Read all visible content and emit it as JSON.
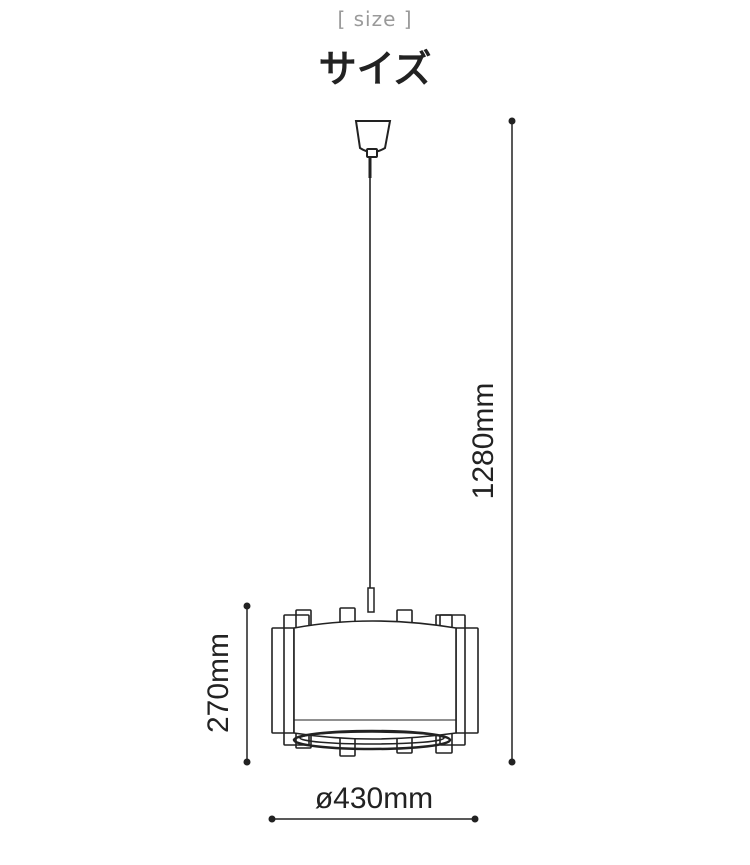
{
  "header": {
    "subtitle": "[ size ]",
    "title": "サイズ"
  },
  "dimensions": {
    "total_height": "1280mm",
    "shade_height": "270mm",
    "diameter": "ø430mm"
  },
  "colors": {
    "line": "#222222",
    "subtitle": "#9a9a9a"
  }
}
